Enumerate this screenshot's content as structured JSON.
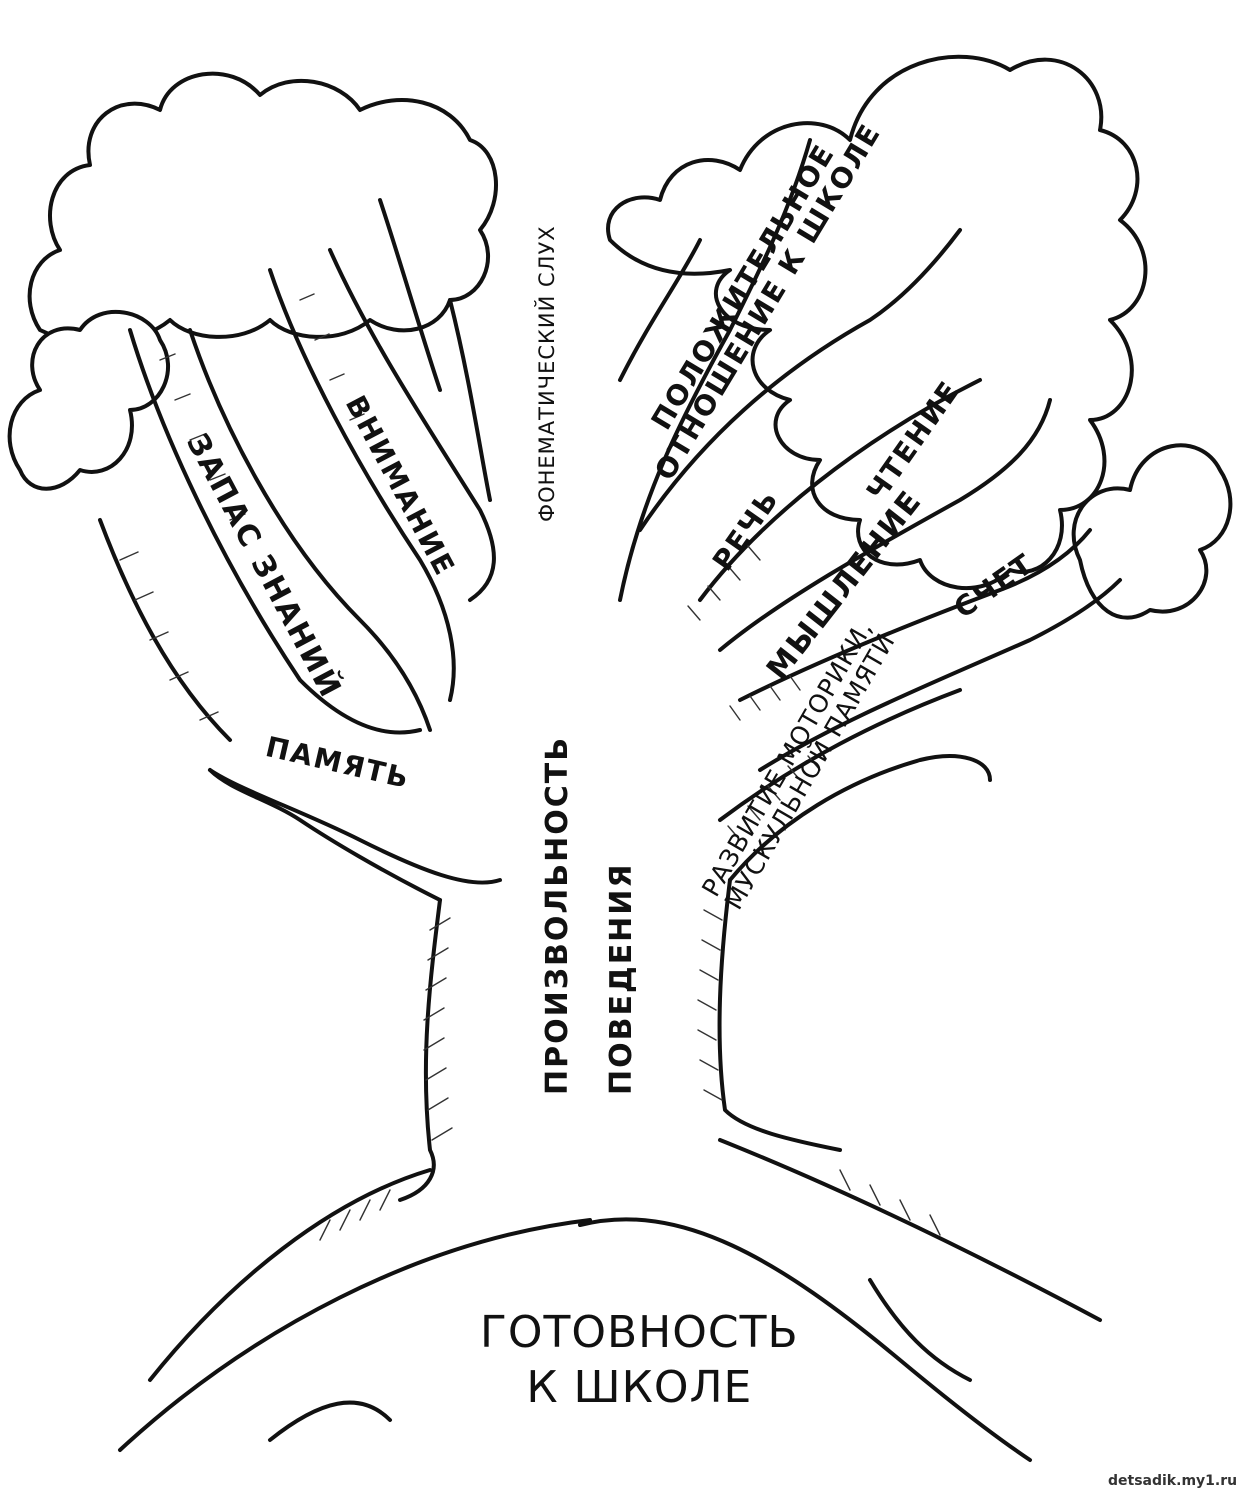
{
  "labels": {
    "root": "ГОТОВНОСТЬ\nК ШКОЛЕ",
    "trunk_line1": "ПРОИЗВОЛЬНОСТЬ",
    "trunk_line2": "ПОВЕДЕНИЯ",
    "memory": "ПАМЯТЬ",
    "knowledge": "ЗАПАС ЗНАНИЙ",
    "attention": "ВНИМАНИЕ",
    "phonemic": "ФОНЕМАТИЧЕСКИЙ СЛУХ",
    "attitude": "ПОЛОЖИТЕЛЬНОЕ\nОТНОШЕНИЕ К ШКОЛЕ",
    "speech": "РЕЧЬ",
    "reading": "ЧТЕНИЕ",
    "thinking": "МЫШЛЕНИЕ",
    "counting": "СЧЕТ",
    "motor": "РАЗВИТИЕ МОТОРИКИ,\nМУСКУЛЬНОЙ ПАМЯТИ"
  },
  "watermark": "detsadik.my1.ru"
}
